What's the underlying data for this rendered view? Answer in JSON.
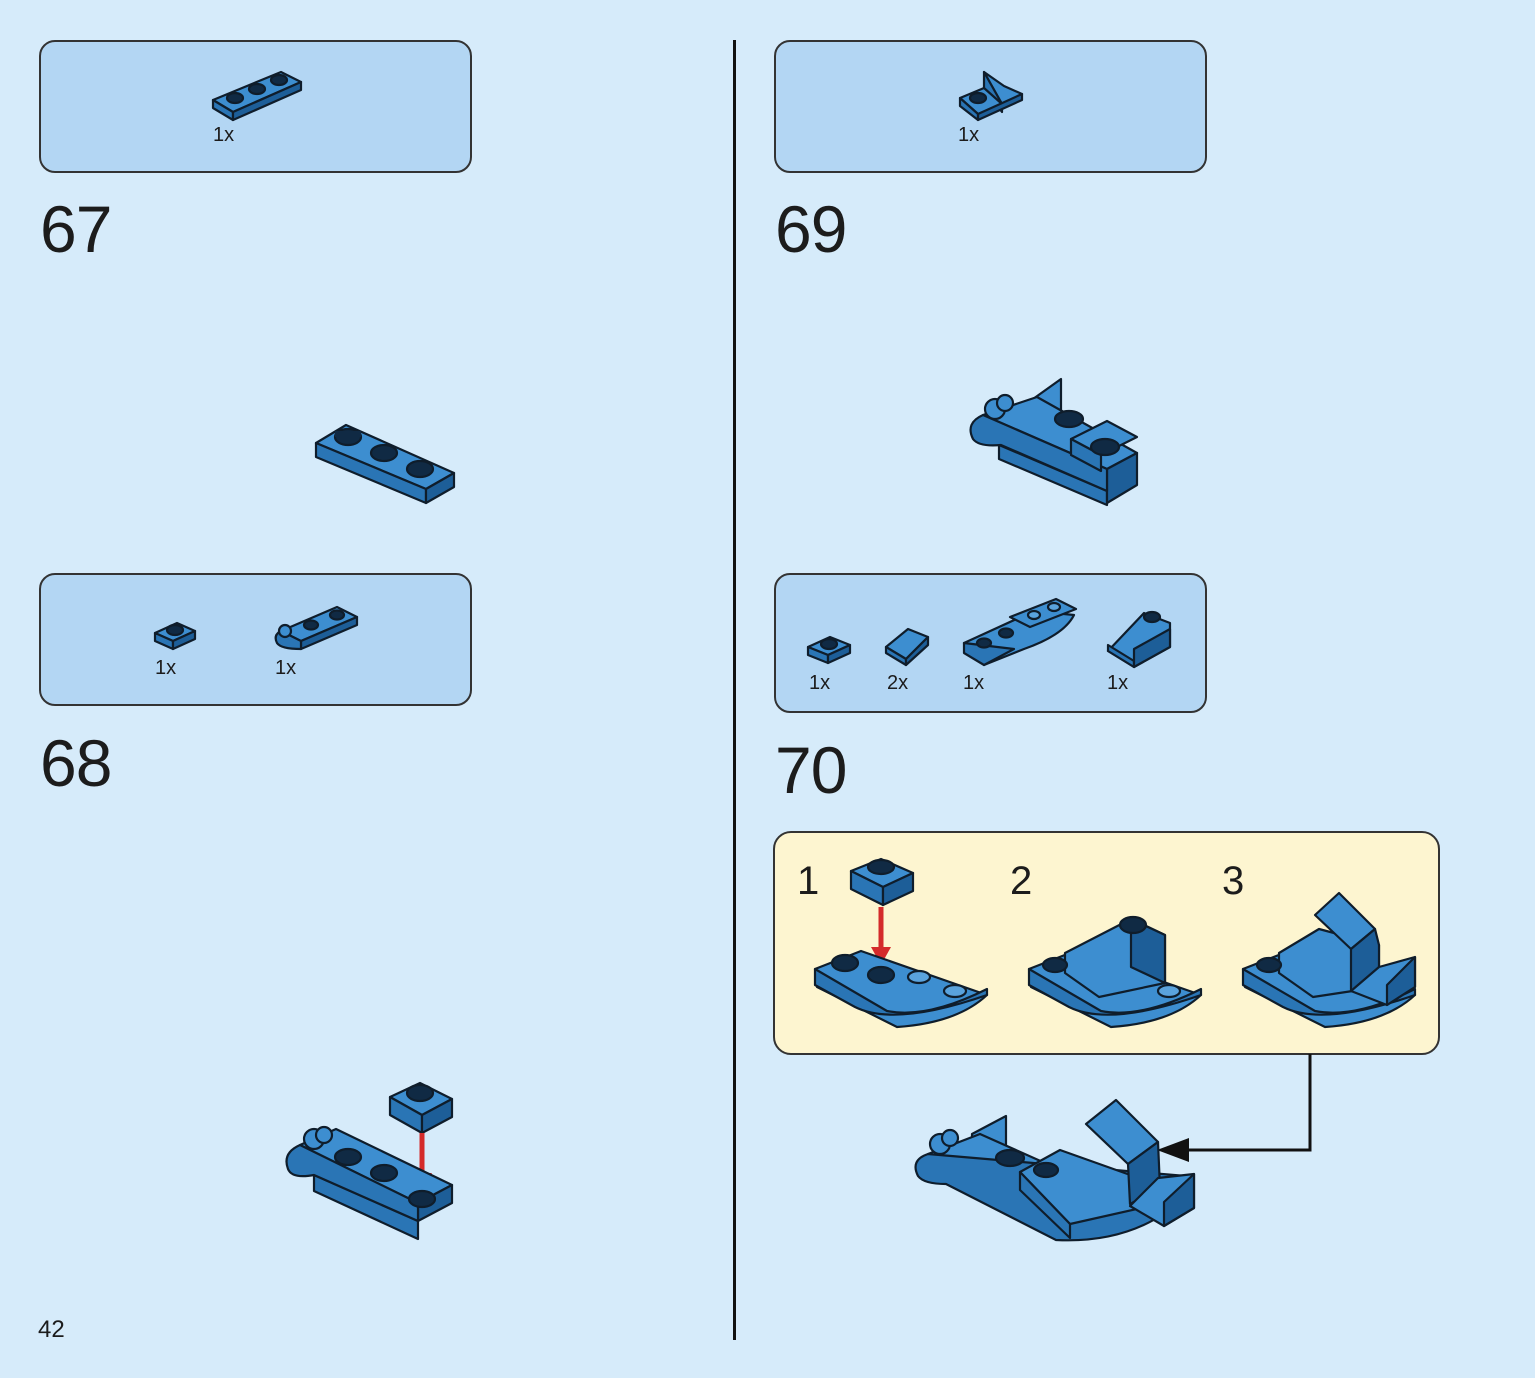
{
  "page": {
    "number": "42"
  },
  "colors": {
    "background": "#d6ebfa",
    "parts_box": "#b3d6f3",
    "sub_box": "#fdf5d0",
    "brick": "#3d8ed0",
    "arrow": "#d42a2a"
  },
  "steps": [
    {
      "number": "67",
      "parts": [
        {
          "qty": "1x",
          "icon": "plate-1x3-icon"
        }
      ]
    },
    {
      "number": "68",
      "parts": [
        {
          "qty": "1x",
          "icon": "plate-1x1-icon"
        },
        {
          "qty": "1x",
          "icon": "plate-1x3-clip-icon"
        }
      ]
    },
    {
      "number": "69",
      "parts": [
        {
          "qty": "1x",
          "icon": "bracket-plate-icon"
        }
      ]
    },
    {
      "number": "70",
      "parts": [
        {
          "qty": "1x",
          "icon": "plate-1x1-icon"
        },
        {
          "qty": "2x",
          "icon": "slope-tile-icon"
        },
        {
          "qty": "1x",
          "icon": "curved-plate-icon"
        },
        {
          "qty": "1x",
          "icon": "slope-brick-icon"
        }
      ],
      "substeps": [
        {
          "number": "1"
        },
        {
          "number": "2"
        },
        {
          "number": "3"
        }
      ]
    }
  ]
}
